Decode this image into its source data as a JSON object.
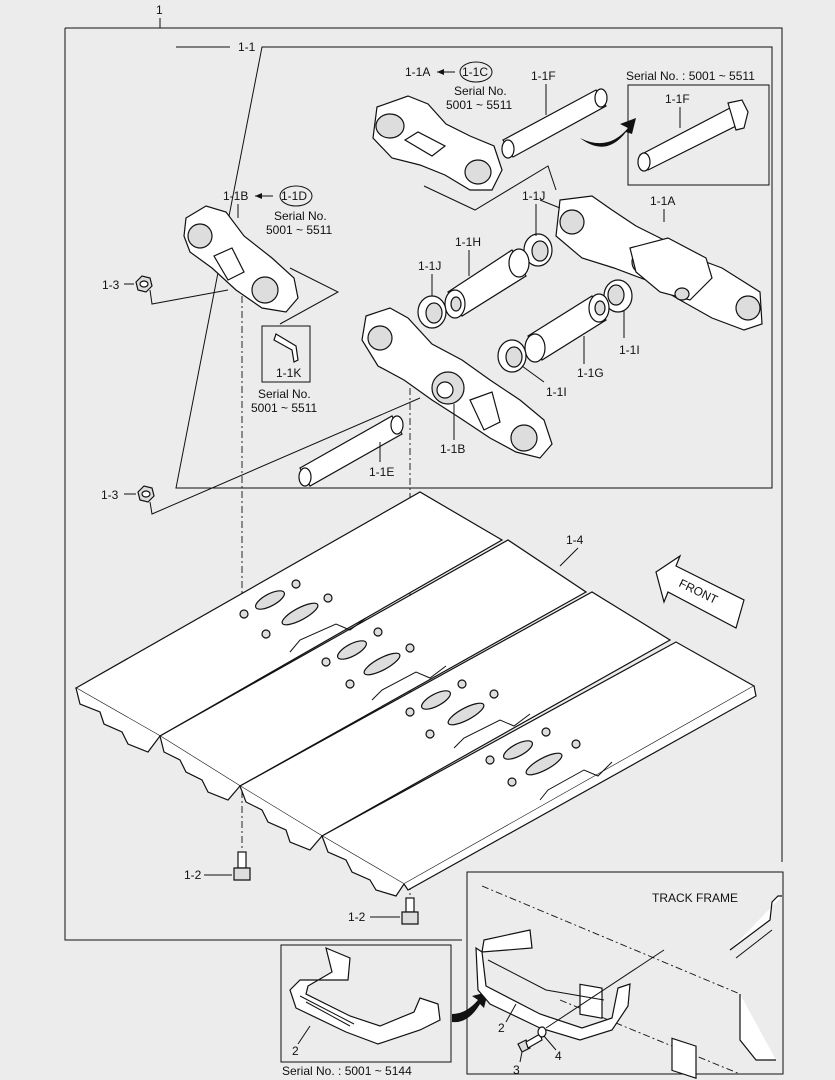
{
  "labels": {
    "assy": "1",
    "link_assy": "1-1",
    "link_a_top": "1-1A",
    "link_c": "1-1C",
    "link_a_right": "1-1A",
    "link_b_left": "1-1B",
    "link_d": "1-1D",
    "link_b_bottom": "1-1B",
    "pin_f": "1-1F",
    "pin_f_detail": "1-1F",
    "seal_j_upper": "1-1J",
    "seal_j_mid": "1-1J",
    "bush_h": "1-1H",
    "seal_i_right": "1-1I",
    "seal_i_low": "1-1I",
    "bush_g": "1-1G",
    "pin_e": "1-1E",
    "spring_pin_k": "1-1K",
    "nut_upper": "1-3",
    "nut_lower": "1-3",
    "shoe": "1-4",
    "bolt_left": "1-2",
    "bolt_right": "1-2",
    "guard_detail": "2",
    "guard_main": "2",
    "bolt_3": "3",
    "washer_4": "4"
  },
  "serials": {
    "link_c": [
      "Serial No.",
      "5001 ~ 5511"
    ],
    "link_d": [
      "Serial No.",
      "5001 ~ 5511"
    ],
    "pin_detail": "Serial No. : 5001 ~ 5511",
    "spring_pin": [
      "Serial No.",
      "5001 ~ 5511"
    ],
    "guard": "Serial No. : 5001 ~ 5144"
  },
  "front": "FRONT",
  "track_frame": "TRACK FRAME"
}
